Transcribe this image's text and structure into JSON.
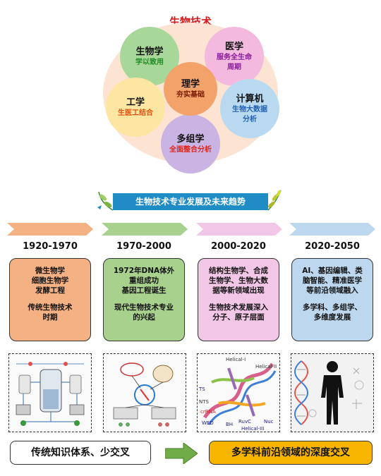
{
  "title": "生物技术",
  "center": {
    "name": "理学",
    "sub": "夯实基础",
    "color": "#f3a26a",
    "sub_color": "#7a1c00"
  },
  "nodes": [
    {
      "name": "生物学",
      "sub": "学以致用",
      "color": "#a8d79a",
      "sub_color": "#1e8a24"
    },
    {
      "name": "医学",
      "sub": "服务全生命周期",
      "sub_lines": [
        "服务全生命",
        "周期"
      ],
      "color": "#f3b9de",
      "sub_color": "#8a1c9a"
    },
    {
      "name": "计算机",
      "sub": "生物大数据分析",
      "sub_lines": [
        "生物大数据",
        "分析"
      ],
      "color": "#b9d9f1",
      "sub_color": "#1f5fb5"
    },
    {
      "name": "多组学",
      "sub": "全面整合分析",
      "color": "#c9b4e4",
      "sub_color": "#e0241b"
    },
    {
      "name": "工学",
      "sub": "生医工结合",
      "color": "#fce6a2",
      "sub_color": "#e05010"
    }
  ],
  "banner": "生物技术专业发展及未来趋势",
  "timeline": [
    {
      "period": "1920-1970",
      "color": "#f4b183",
      "lines1": [
        "微生物学",
        "细胞生物学",
        "发酵工程"
      ],
      "lines2": [
        "传统生物技术",
        "时期"
      ]
    },
    {
      "period": "1970-2000",
      "color": "#a9d18e",
      "lines1": [
        "1972年DNA体外",
        "重组成功",
        "基因工程诞生"
      ],
      "lines2": [
        "现代生物技术专业",
        "的兴起"
      ]
    },
    {
      "period": "2000-2020",
      "color": "#f2c6e6",
      "lines1": [
        "结构生物学、合成",
        "生物学、生物大数",
        "据等新领域出现"
      ],
      "lines2": [
        "生物技术发展深入",
        "分子、原子层面"
      ]
    },
    {
      "period": "2020-2050",
      "color": "#bdd7ee",
      "lines1": [
        "AI、基因编辑、类",
        "脑智能、精准医学",
        "等前沿领域融入"
      ],
      "lines2": [
        "多学科、多组学、",
        "多维度发展"
      ]
    }
  ],
  "image_labels": {
    "img3": [
      "Helical-I",
      "Helical-II",
      "TS",
      "NTS",
      "crRNA",
      "WED",
      "BH",
      "RuvC",
      "Helical-III",
      "Nuc"
    ]
  },
  "bottom": {
    "left": "传统知识体系、少交叉",
    "right": "多学科前沿领域的深度交叉"
  }
}
